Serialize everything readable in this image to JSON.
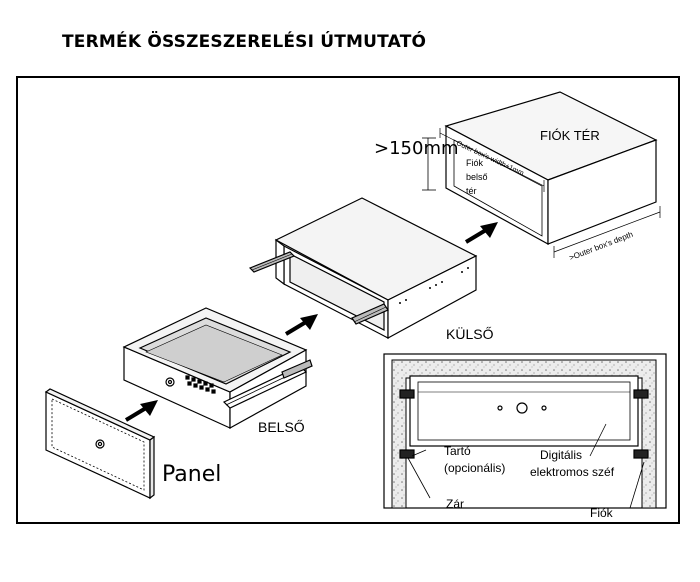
{
  "title": "TERMÉK ÖSSZESZERELÉSI ÚTMUTATÓ",
  "labels": {
    "panel": "Panel",
    "belso": "BELSŐ",
    "kulso": "KÜLSŐ",
    "fiok_ter": "FIÓK TÉR",
    "fiok_belso_line1": "Fiók",
    "fiok_belso_line2": "belső",
    "fiok_belso_line3": "tér",
    "clearance": ">150mm",
    "outer_width": "Outer box's width+1mm",
    "outer_depth": ">Outer box's depth",
    "tarto_line1": "Tartó",
    "tarto_line2": "(opcionális)",
    "digitalis_line1": "Digitális",
    "digitalis_line2": "elektromos széf",
    "zar": "Zár",
    "fiok": "Fiók"
  }
}
